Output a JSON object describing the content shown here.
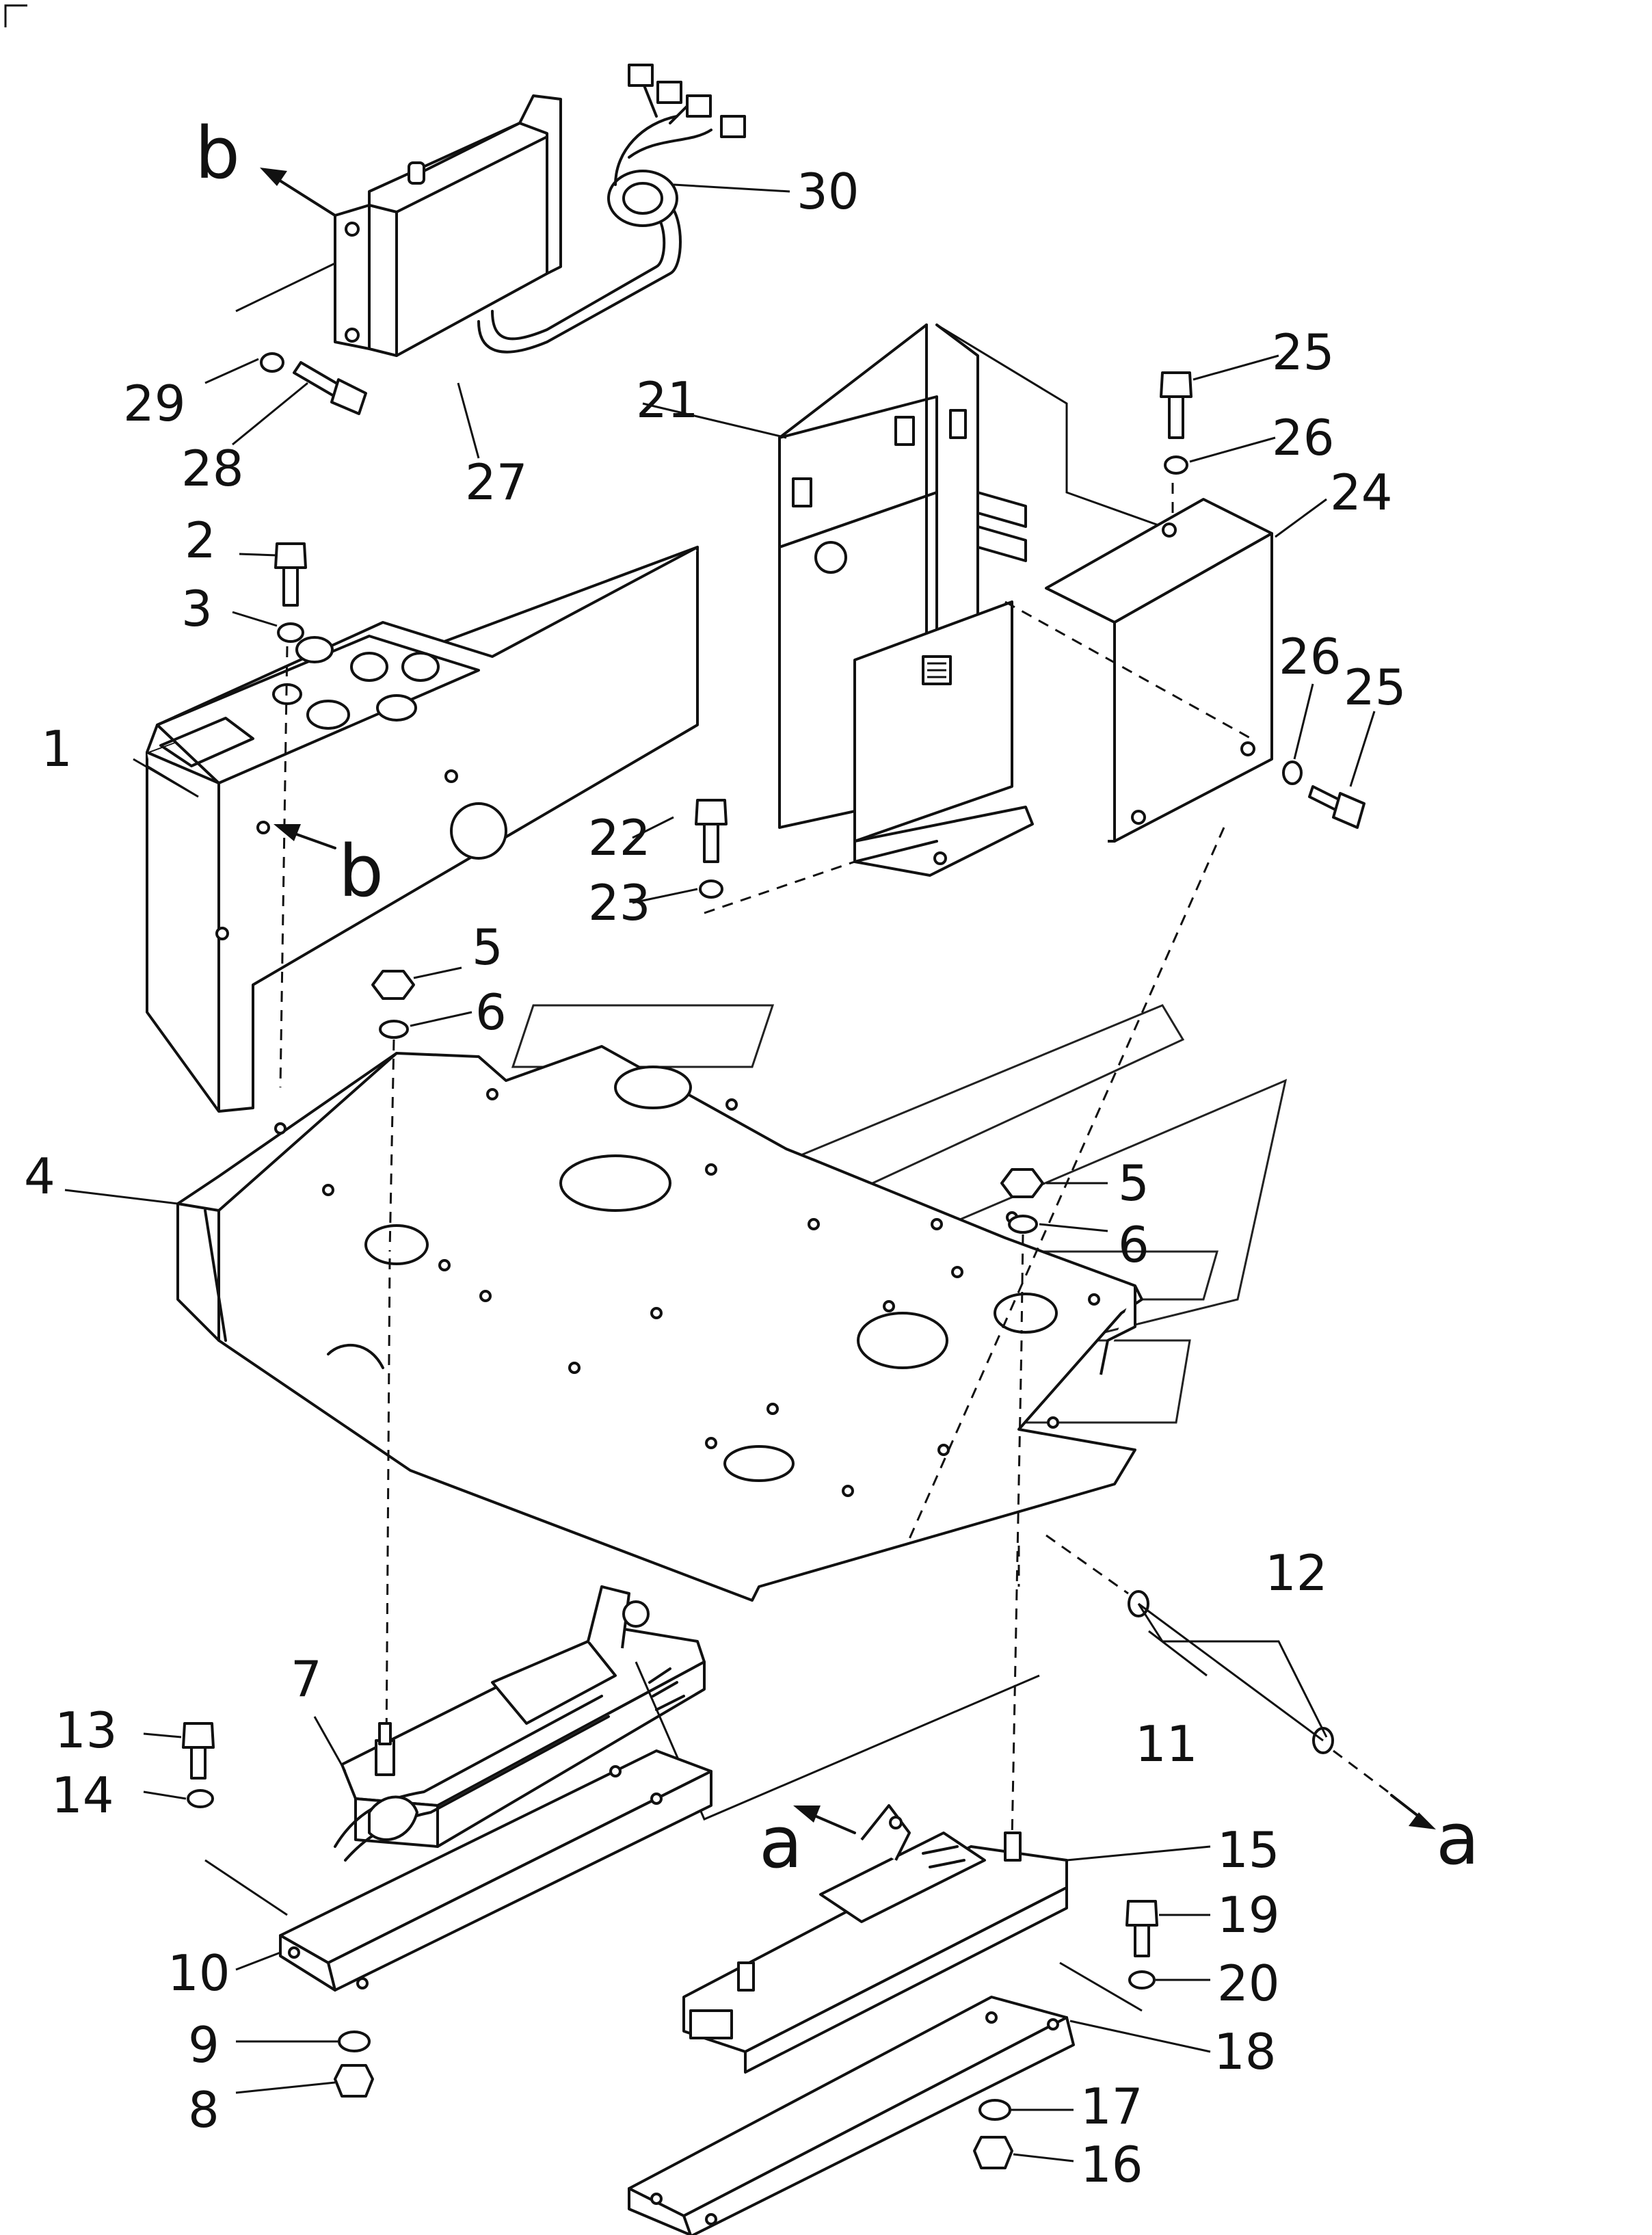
{
  "labels": {
    "p1": "1",
    "p2": "2",
    "p3": "3",
    "p4": "4",
    "p5a": "5",
    "p5b": "5",
    "p6a": "6",
    "p6b": "6",
    "p7": "7",
    "p8": "8",
    "p9": "9",
    "p10": "10",
    "p11": "11",
    "p12": "12",
    "p13": "13",
    "p14": "14",
    "p15": "15",
    "p16": "16",
    "p17": "17",
    "p18": "18",
    "p19": "19",
    "p20": "20",
    "p21": "21",
    "p22": "22",
    "p23": "23",
    "p24": "24",
    "p25a": "25",
    "p25b": "25",
    "p26a": "26",
    "p26b": "26",
    "p27": "27",
    "p28": "28",
    "p29": "29",
    "p30": "30"
  },
  "refs": {
    "b_top": "b",
    "b_mid": "b",
    "a_left": "a",
    "a_right": "a"
  }
}
